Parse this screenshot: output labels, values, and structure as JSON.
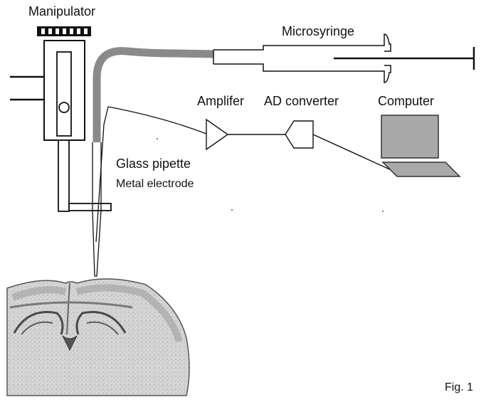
{
  "labels": {
    "manipulator": "Manipulator",
    "microsyringe": "Microsyringe",
    "amplifier": "Amplifer",
    "ad_converter": "AD converter",
    "computer": "Computer",
    "glass_pipette": "Glass pipette",
    "metal_electrode": "Metal electrode",
    "fig_caption": "Fig. 1"
  },
  "colors": {
    "tubing": "#8a8a8a",
    "laptop": "#a9a9a9",
    "outline": "#111111",
    "brain_tissue": "#c9c9c9",
    "brain_dark": "#6e6e6e"
  }
}
